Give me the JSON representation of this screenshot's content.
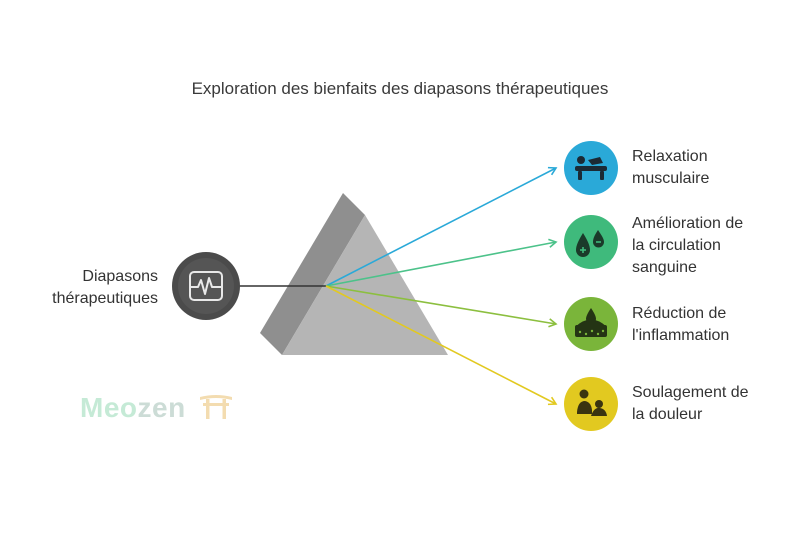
{
  "title": "Exploration des bienfaits des diapasons thérapeutiques",
  "input": {
    "label_line1": "Diapasons",
    "label_line2": "thérapeutiques",
    "icon": "waveform-icon"
  },
  "outputs": [
    {
      "lines": [
        "Relaxation",
        "musculaire"
      ],
      "icon": "massage-icon",
      "color": "#2aa9d8",
      "ray_color": "#2aa9d8"
    },
    {
      "lines": [
        "Amélioration de",
        "la circulation",
        "sanguine"
      ],
      "icon": "blood-drops-icon",
      "color": "#3fba7c",
      "ray_color": "#4cc28a"
    },
    {
      "lines": [
        "Réduction de",
        "l'inflammation"
      ],
      "icon": "skin-inflammation-icon",
      "color": "#7ab53a",
      "ray_color": "#8cbf3f"
    },
    {
      "lines": [
        "Soulagement de",
        "la douleur"
      ],
      "icon": "pain-relief-icon",
      "color": "#e2c920",
      "ray_color": "#e2c920"
    }
  ],
  "colors": {
    "prism_light": "#b5b5b5",
    "prism_dark": "#8f8f8f",
    "input_circle": "#555555",
    "beam": "#333333"
  },
  "watermark": {
    "part1": "Meo",
    "part2": "zen",
    "icon": "torii-gate-icon"
  }
}
